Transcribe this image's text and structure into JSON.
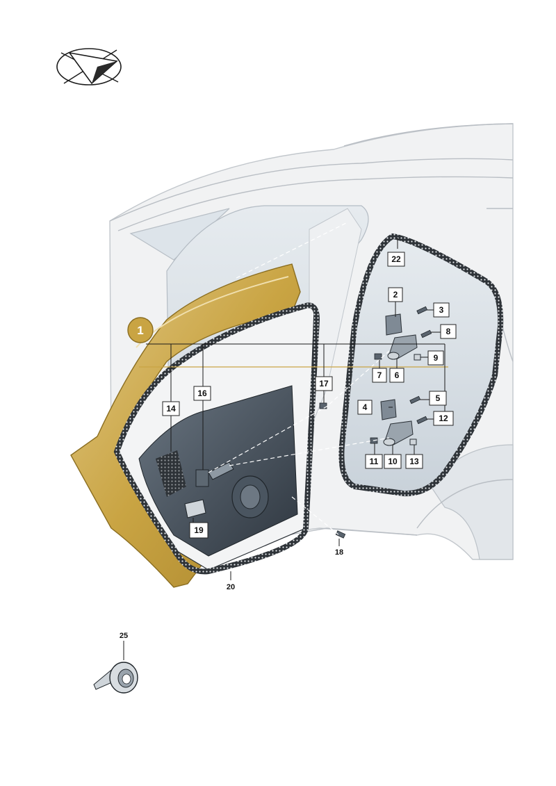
{
  "diagram": {
    "main_callout": "1",
    "callouts": [
      {
        "id": "c2",
        "label": "2"
      },
      {
        "id": "c3",
        "label": "3"
      },
      {
        "id": "c4",
        "label": "4"
      },
      {
        "id": "c5",
        "label": "5"
      },
      {
        "id": "c6",
        "label": "6"
      },
      {
        "id": "c7",
        "label": "7"
      },
      {
        "id": "c8",
        "label": "8"
      },
      {
        "id": "c9",
        "label": "9"
      },
      {
        "id": "c10",
        "label": "10"
      },
      {
        "id": "c11",
        "label": "11"
      },
      {
        "id": "c12",
        "label": "12"
      },
      {
        "id": "c13",
        "label": "13"
      },
      {
        "id": "c14",
        "label": "14"
      },
      {
        "id": "c16",
        "label": "16"
      },
      {
        "id": "c17",
        "label": "17"
      },
      {
        "id": "c18",
        "label": "18"
      },
      {
        "id": "c19",
        "label": "19"
      },
      {
        "id": "c20",
        "label": "20"
      },
      {
        "id": "c22",
        "label": "22"
      },
      {
        "id": "c25",
        "label": "25"
      }
    ],
    "colors": {
      "highlight": "#c9a443",
      "highlight_dark": "#8a6d20",
      "body_fill": "#f1f2f3",
      "opening_fill": "#dde4ea",
      "inner_panel": "#3f4a55",
      "seal_dark": "#3a3f45"
    }
  }
}
